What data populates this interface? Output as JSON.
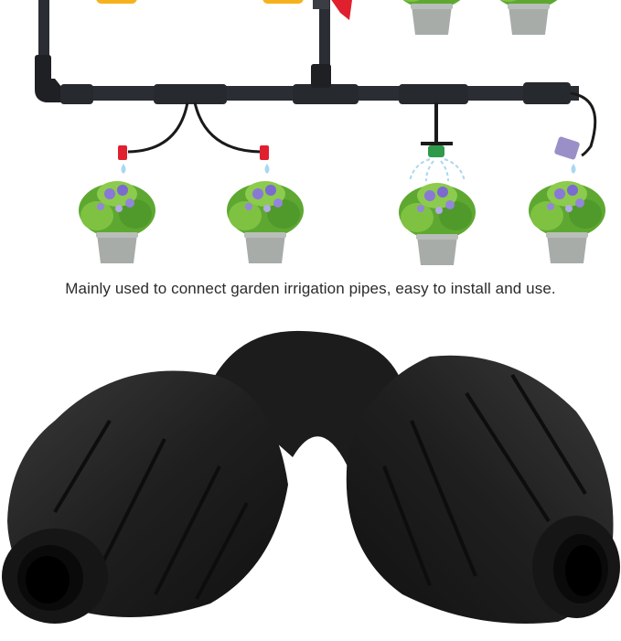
{
  "caption": "Mainly used to connect garden irrigation pipes, easy to install and use.",
  "illustration": {
    "subject": "garden drip irrigation system diagram",
    "elements": [
      "main-pipe",
      "elbow-fitting",
      "tee-fitting",
      "red-dripper",
      "green-sprinkler",
      "purple-end-cap",
      "flower-pot"
    ],
    "plant_count_bottom": 4,
    "plant_count_top": 2
  },
  "product": {
    "subject": "90-degree elbow pipe connector",
    "color": "#1c1c1c"
  },
  "colors": {
    "pipe": "#2a2d33",
    "pot": "#a7aca8",
    "leaf": "#6bb33a",
    "flower": "#8a78d6",
    "water": "#a9d8f0",
    "dripper_red": "#e0202e",
    "sprinkler_green": "#2f9a4a",
    "cap_purple": "#9b8fc7",
    "yellow_tank": "#f6b21d",
    "valve_red": "#e0202e"
  }
}
